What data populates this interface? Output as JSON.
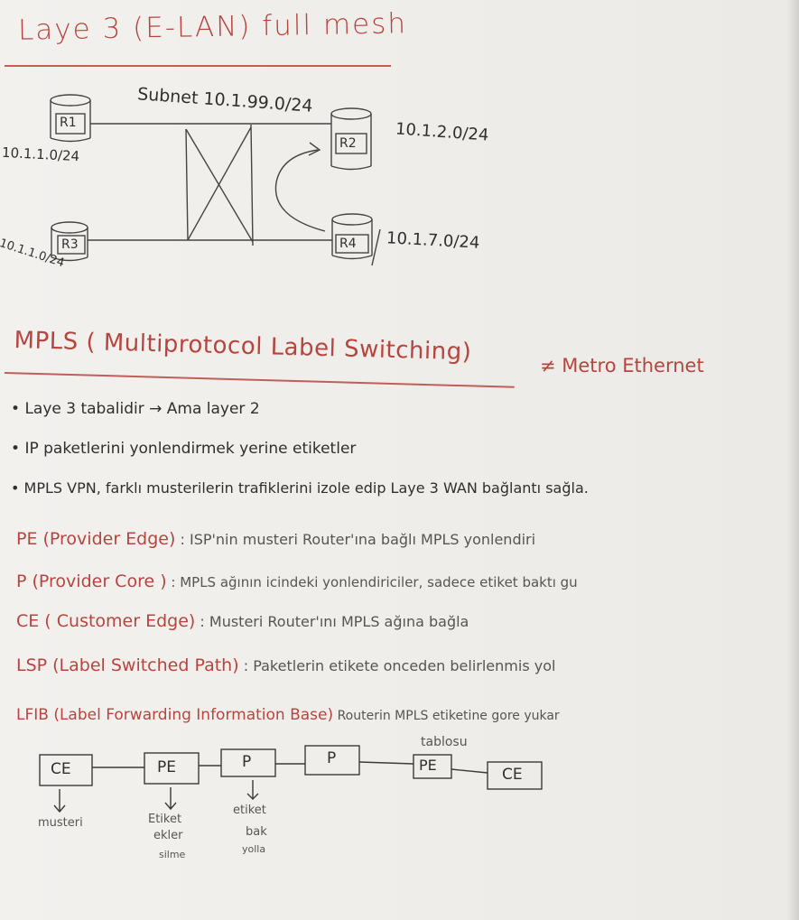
{
  "header": {
    "title": "Laye 3 (E-LAN) full mesh"
  },
  "topology": {
    "subnet_label": "Subnet 10.1.99.0/24",
    "routers": [
      {
        "label": "R1",
        "network": "10.1.1.0/24"
      },
      {
        "label": "R2",
        "network": "10.1.2.0/24"
      },
      {
        "label": "R3",
        "network": "10.1.1.0/24"
      },
      {
        "label": "R4",
        "network": "10.1.7.0/24"
      }
    ]
  },
  "mpls": {
    "title": "MPLS ( Multiprotocol Label Switching)",
    "note": "≠ Metro Ethernet",
    "bullets": [
      "Laye 3 tabalidir → Ama layer 2",
      "IP paketlerini yonlendirmek yerine etiketler",
      "MPLS VPN, farklı musterilerin trafiklerini izole edip Laye 3 WAN bağlantı sağla."
    ],
    "definitions": [
      {
        "term": "PE (Provider Edge)",
        "text": ": ISP'nin musteri Router'ına bağlı MPLS yonlendiri"
      },
      {
        "term": "P (Provider Core )",
        "text": ": MPLS ağının icindeki yonlendiriciler, sadece etiket baktı gu"
      },
      {
        "term": "CE ( Customer Edge)",
        "text": ": Musteri Router'ını MPLS ağına bağla"
      },
      {
        "term": "LSP (Label Switched Path)",
        "text": ": Paketlerin etikete onceden belirlenmis yol"
      },
      {
        "term": "LFIB (Label Forwarding Information Base)",
        "text": "Routerin MPLS etiketine gore yukar"
      }
    ],
    "definition_tail": "tablosu"
  },
  "path_diagram": {
    "boxes": [
      "CE",
      "PE",
      "P",
      "P",
      "PE",
      "CE"
    ],
    "notes": [
      {
        "lines": [
          "musteri"
        ]
      },
      {
        "lines": [
          "Etiket",
          "ekler",
          "silme"
        ]
      },
      {
        "lines": [
          "etiket",
          "bak",
          "yolla"
        ]
      }
    ]
  }
}
